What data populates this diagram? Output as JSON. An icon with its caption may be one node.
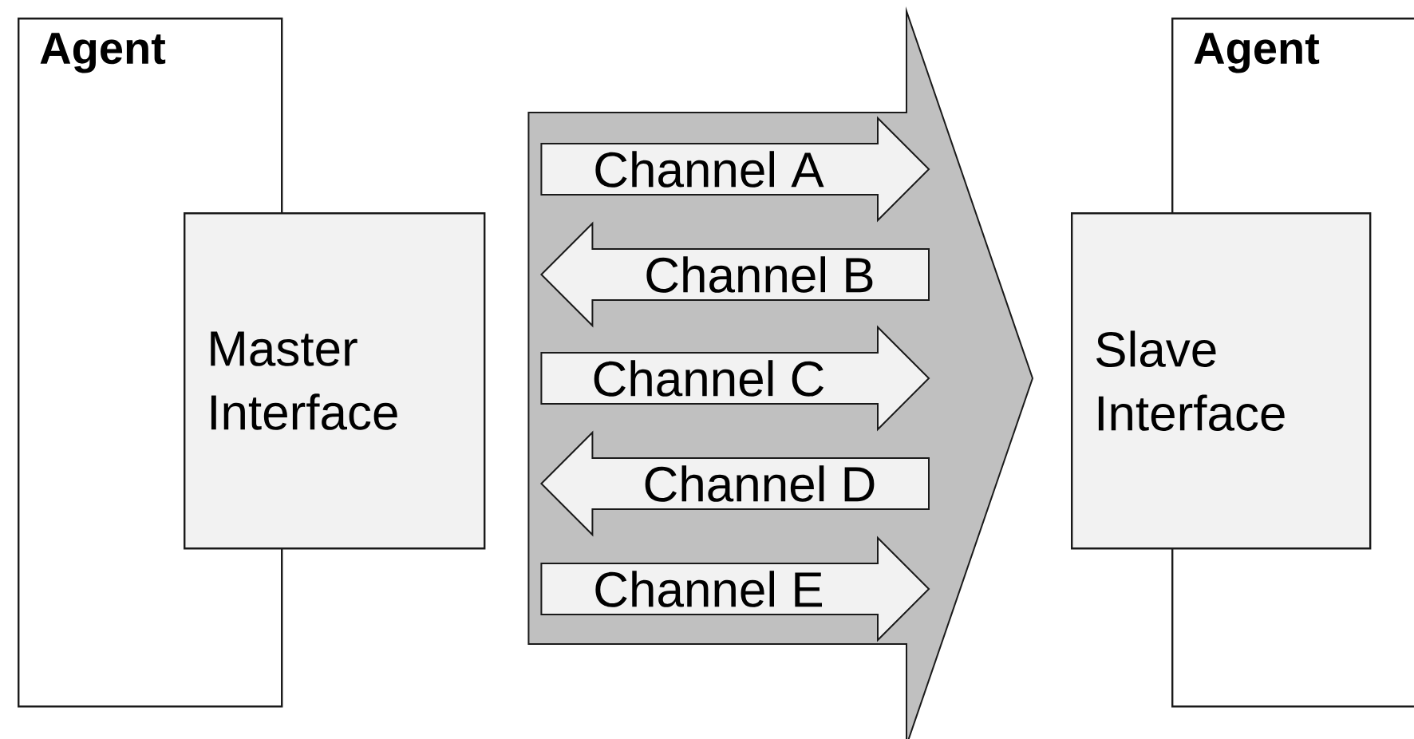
{
  "diagram": {
    "nodes": [
      {
        "text": [
          "Agent"
        ]
      },
      {
        "text": [
          "Master Interface"
        ]
      },
      {
        "text": [
          "Agent"
        ]
      },
      {
        "text": [
          "Slave Interface"
        ]
      }
    ],
    "edges": [
      {
        "from": 1,
        "to": 3,
        "arrow": "to"
      },
      {
        "from": 1,
        "to": 3,
        "arrow": "to",
        "label": "Channel A"
      },
      {
        "from": 3,
        "to": 1,
        "arrow": "to",
        "label": "Channel B"
      },
      {
        "from": 1,
        "to": 3,
        "arrow": "to",
        "label": "Channel C"
      },
      {
        "from": 3,
        "to": 1,
        "arrow": "to",
        "label": "Channel D"
      },
      {
        "from": 1,
        "to": 3,
        "arrow": "to",
        "label": "Channel E"
      }
    ]
  }
}
